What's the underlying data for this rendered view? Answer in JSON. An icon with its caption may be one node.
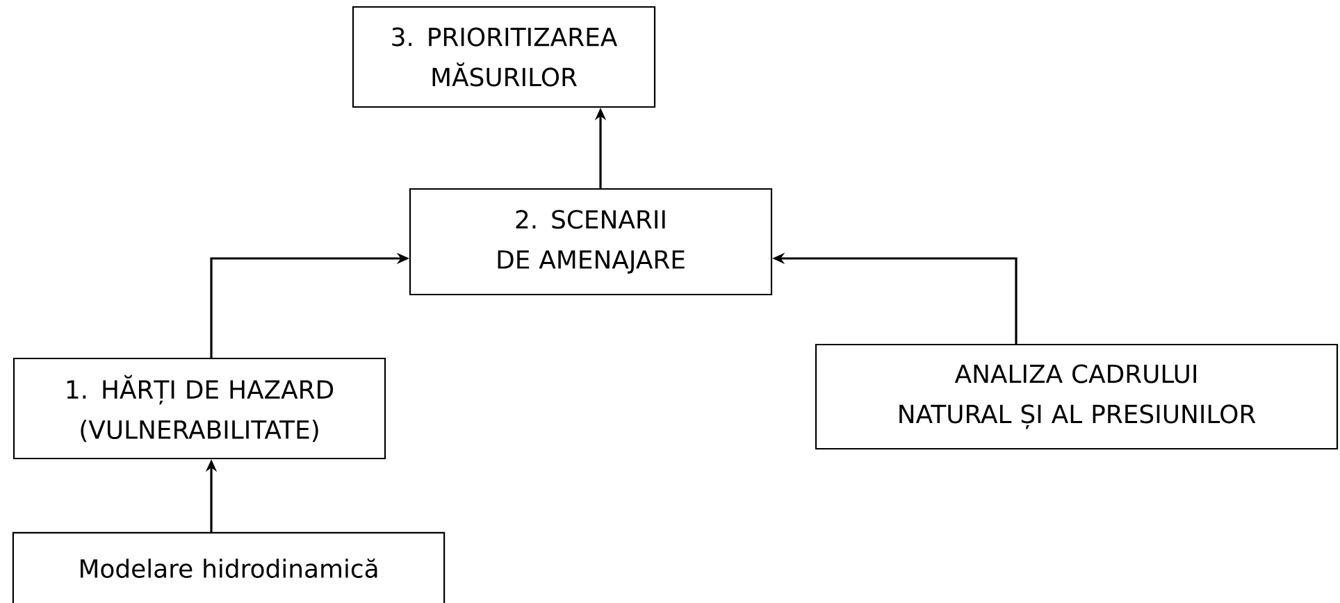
{
  "diagram": {
    "nodes": [
      {
        "text": [
          "3. PRIORITIZAREA MĂSURILOR"
        ]
      },
      {
        "text": [
          "2. SCENARII DE AMENAJARE"
        ]
      },
      {
        "text": [
          "1. HĂRȚI DE HAZARD (VULNERABILITATE)"
        ]
      },
      {
        "text": [
          "ANALIZA CADRULUI NATURAL ȘI AL PRESIUNILOR"
        ]
      },
      {
        "text": [
          "Modelare hidrodinamică"
        ]
      }
    ],
    "edges": [
      {
        "from": 1,
        "to": 0,
        "arrow": "to"
      },
      {
        "from": 2,
        "to": 1,
        "arrow": "to"
      },
      {
        "from": 3,
        "to": 1,
        "arrow": "to"
      },
      {
        "from": 4,
        "to": 2,
        "arrow": "to"
      }
    ]
  }
}
